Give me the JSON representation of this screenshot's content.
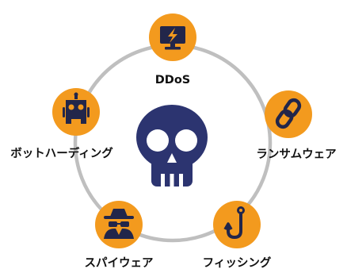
{
  "colors": {
    "ring": "#bfbfbf",
    "node": "#f39a1e",
    "icon": "#22264a",
    "skull": "#2c3470",
    "label": "#111111"
  },
  "center": {
    "icon": "skull-icon"
  },
  "nodes": [
    {
      "id": "ddos",
      "label": "DDoS",
      "icon": "monitor-lightning-icon"
    },
    {
      "id": "ransomware",
      "label": "ランサムウェア",
      "icon": "chain-link-icon"
    },
    {
      "id": "phishing",
      "label": "フィッシング",
      "icon": "fishhook-icon"
    },
    {
      "id": "spyware",
      "label": "スパイウェア",
      "icon": "spy-icon"
    },
    {
      "id": "bot-harding",
      "label": "ボットハーディング",
      "icon": "robot-icon"
    }
  ]
}
